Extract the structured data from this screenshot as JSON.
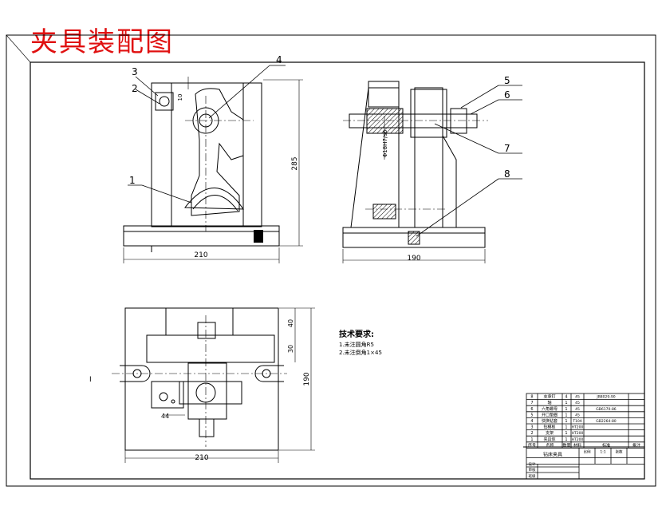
{
  "title": "夹具装配图",
  "balloons": [
    "1",
    "2",
    "3",
    "4",
    "5",
    "6",
    "7",
    "8"
  ],
  "dims": {
    "front_width": "210",
    "front_height": "285",
    "side_width": "190",
    "plan_width": "210",
    "plan_height": "190",
    "plan_40": "40",
    "plan_30": "30",
    "plan_44": "44",
    "shaft_fit": "Φ18H7/s6",
    "small_label": "10"
  },
  "tech_req": {
    "heading": "技术要求:",
    "items": [
      "1.未注圆角R5",
      "2.未注倒角1×45"
    ]
  },
  "title_block": {
    "name": "钻床夹具",
    "rows": [
      {
        "no": "8",
        "name": "支承钉",
        "qty": "4",
        "mat": "45",
        "std": "JB8029-90",
        "note": ""
      },
      {
        "no": "7",
        "name": "轴",
        "qty": "1",
        "mat": "45",
        "std": "",
        "note": ""
      },
      {
        "no": "6",
        "name": "六角螺母",
        "qty": "1",
        "mat": "45",
        "std": "GB6170-86",
        "note": ""
      },
      {
        "no": "5",
        "name": "开口垫圈",
        "qty": "1",
        "mat": "45",
        "std": "",
        "note": ""
      },
      {
        "no": "4",
        "name": "快换钻套",
        "qty": "1",
        "mat": "T10A",
        "std": "GB2264-80",
        "note": ""
      },
      {
        "no": "3",
        "name": "钻模板",
        "qty": "1",
        "mat": "HT200",
        "std": "",
        "note": ""
      },
      {
        "no": "2",
        "name": "支架",
        "qty": "1",
        "mat": "HT200",
        "std": "",
        "note": ""
      },
      {
        "no": "1",
        "name": "夹具体",
        "qty": "1",
        "mat": "HT200",
        "std": "",
        "note": ""
      }
    ],
    "header": [
      "序号",
      "名称",
      "数量",
      "材料",
      "标准",
      "备注"
    ],
    "scale_label": "比例",
    "scale": "1:1",
    "sheet_label": "张数",
    "design_label": "设计",
    "check_label": "审核",
    "school_label": "班级"
  }
}
